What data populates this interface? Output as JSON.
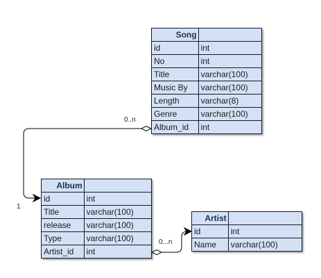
{
  "song": {
    "title": "Song",
    "rows": [
      {
        "name": "id",
        "type": "int"
      },
      {
        "name": "No",
        "type": "int"
      },
      {
        "name": "Title",
        "type": "varchar(100)"
      },
      {
        "name": "Music By",
        "type": "varchar(100)"
      },
      {
        "name": "Length",
        "type": "varchar(8)"
      },
      {
        "name": "Genre",
        "type": "varchar(100)"
      },
      {
        "name": "Album_id",
        "type": "int"
      }
    ]
  },
  "album": {
    "title": "Album",
    "rows": [
      {
        "name": "id",
        "type": "int"
      },
      {
        "name": "Title",
        "type": "varchar(100)"
      },
      {
        "name": "release",
        "type": "varchar(100)"
      },
      {
        "name": "Type",
        "type": "varchar(100)"
      },
      {
        "name": "Artist_id",
        "type": "int"
      }
    ]
  },
  "artist": {
    "title": "Artist",
    "rows": [
      {
        "name": "id",
        "type": "int"
      },
      {
        "name": "Name",
        "type": "varchar(100)"
      }
    ]
  },
  "relations": {
    "song_album_many": "0..n",
    "song_album_one": "1",
    "album_artist_many": "0...n"
  },
  "colors": {
    "table_fill": "#d4e1f5",
    "border": "#0f1a2e",
    "line": "#000000"
  }
}
